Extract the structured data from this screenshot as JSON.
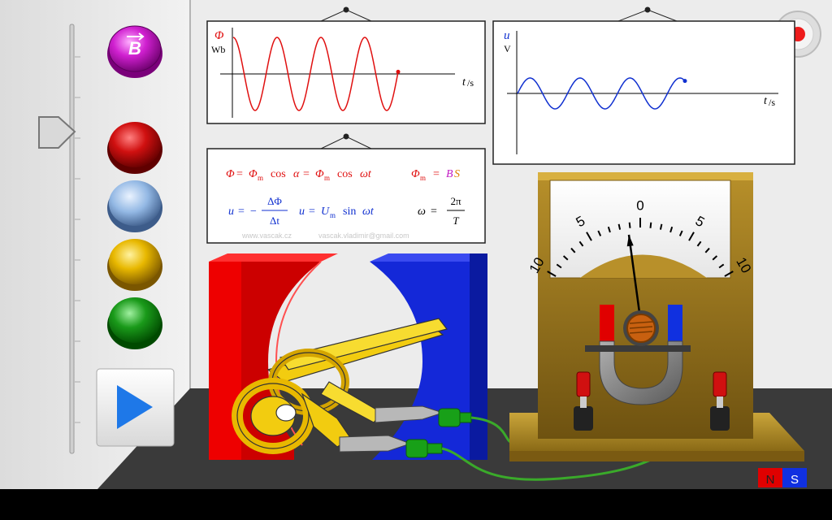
{
  "buttons": {
    "b_field_label": "B",
    "colors": {
      "magenta": "#c21bc4",
      "red": "#d01010",
      "blue": "#8fb4e0",
      "yellow": "#e8b800",
      "green": "#1a9a1a"
    }
  },
  "flux_graph": {
    "ylabel_symbol": "Φ",
    "ylabel_unit": "Wb",
    "xlabel_symbol": "t",
    "xlabel_unit": "/s",
    "curve_color": "#e01010"
  },
  "voltage_graph": {
    "ylabel_symbol": "u",
    "ylabel_unit": "V",
    "xlabel_symbol": "t",
    "xlabel_unit": "/s",
    "curve_color": "#1030d0"
  },
  "formulas": {
    "f1_lhs": "Φ",
    "f1_m1": "Φ",
    "f1_sub1": "m",
    "f1_cos1": "cos",
    "f1_alpha": "α",
    "f1_m2": "Φ",
    "f1_sub2": "m",
    "f1_cos2": "cos",
    "f1_omega": "ωt",
    "f2_lhs": "Φ",
    "f2_sub": "m",
    "f2_B": "B",
    "f2_S": "S",
    "f3_lhs": "u",
    "f3_minus": "−",
    "f3_num": "ΔΦ",
    "f3_den": "Δt",
    "f4_lhs": "u",
    "f4_U": "U",
    "f4_sub": "m",
    "f4_sin": "sin",
    "f4_omega": "ωt",
    "f5_lhs": "ω",
    "f5_num": "2π",
    "f5_den": "T",
    "eq": "="
  },
  "credits": {
    "site": "www.vascak.cz",
    "email": "vascak.vladimir@gmail.com"
  },
  "meter": {
    "scale_labels": [
      "10",
      "5",
      "0",
      "5",
      "10"
    ],
    "needle_reading": -1.2
  },
  "legend": {
    "north": "N",
    "south": "S",
    "north_color": "#e00000",
    "south_color": "#1030e0"
  }
}
